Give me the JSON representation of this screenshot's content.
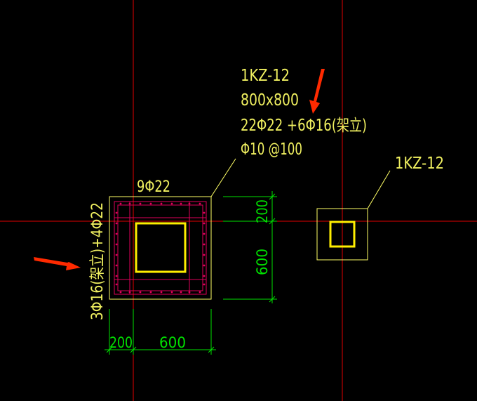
{
  "colors": {
    "background": "#000000",
    "axis_line": "#e00000",
    "column_outline": "#ffff66",
    "core_square": "#ffee00",
    "rebar_frame": "#e0005a",
    "dimension": "#00e000",
    "label_text": "#f0f060",
    "leader": "#ffff66",
    "annotation_arrow": "#ff2a00"
  },
  "annotation": {
    "name": "1KZ-12",
    "size": "800x800",
    "main_rebar": "22Φ22 +6Φ16(架立)",
    "stirrup": "Φ10 @100"
  },
  "column_detail": {
    "top_bars": "9Φ22",
    "side_bars": "3Φ16(架立)+4Φ22"
  },
  "dimensions": {
    "right_top": "200",
    "right_bottom": "600",
    "bottom_left": "200",
    "bottom_right": "600"
  },
  "column_symbol": {
    "name": "1KZ-12"
  },
  "arrows": [
    {
      "name": "arrow-pointing-main-rebar"
    },
    {
      "name": "arrow-pointing-side-bars"
    }
  ]
}
